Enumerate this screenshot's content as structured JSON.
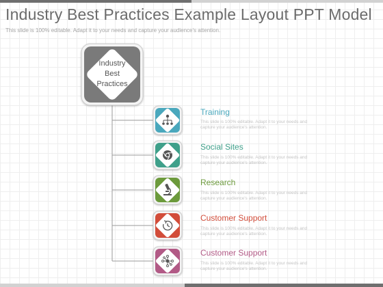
{
  "slide": {
    "title": "Industry Best Practices Example Layout PPT Model",
    "subtitle": "This slide is 100% editable. Adapt it to your needs and capture your audience's attention.",
    "main_node": {
      "lines": [
        "Industry",
        "Best",
        "Practices"
      ],
      "color": "#7a7a7a"
    },
    "items": [
      {
        "title": "Training",
        "description": "This slide is 100% editable. Adapt it to your needs and capture your audience's attention.",
        "color": "#4aa8bd",
        "icon": "organization-chart-icon"
      },
      {
        "title": "Social Sites",
        "description": "This slide is 100% editable. Adapt it to your needs and capture your audience's attention.",
        "color": "#3fa08a",
        "icon": "chrome-logo-icon"
      },
      {
        "title": "Research",
        "description": "This slide is 100% editable. Adapt it to your needs and capture your audience's attention.",
        "color": "#6c9a3c",
        "icon": "microscope-icon"
      },
      {
        "title": "Customer Support",
        "description": "This slide is 100% editable. Adapt it to your needs and capture your audience's attention.",
        "color": "#d24d3a",
        "icon": "clock-refresh-icon"
      },
      {
        "title": "Customer Support",
        "description": "This slide is 100% editable. Adapt it to your needs and capture your audience's attention.",
        "color": "#b25a86",
        "icon": "network-hub-icon"
      }
    ]
  }
}
